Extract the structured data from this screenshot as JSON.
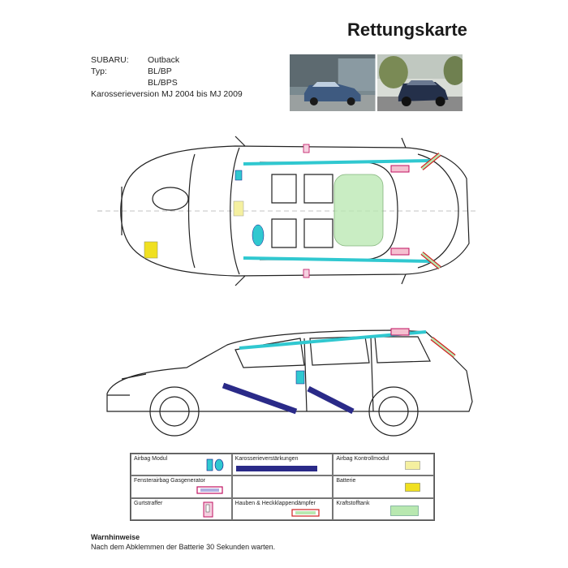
{
  "header": {
    "title": "Rettungskarte"
  },
  "vehicle": {
    "rows": [
      {
        "key": "SUBARU:",
        "value": "Outback"
      },
      {
        "key": "Typ:",
        "value": "BL/BP"
      },
      {
        "key": "",
        "value": "BL/BPS"
      }
    ],
    "version": "Karosserieversion MJ 2004 bis MJ 2009"
  },
  "legend": {
    "items": [
      {
        "label": "Airbag Modul",
        "symbol": "airbag-module"
      },
      {
        "label": "Karosserieverstärkungen",
        "symbol": "body-reinforcement"
      },
      {
        "label": "Airbag Kontrollmodul",
        "symbol": "airbag-control-module"
      },
      {
        "label": "Fensterairbag Gasgenerator",
        "symbol": "window-airbag-generator"
      },
      {
        "label": "",
        "symbol": ""
      },
      {
        "label": "Batterie",
        "symbol": "battery"
      },
      {
        "label": "Gurtstraffer",
        "symbol": "belt-tensioner"
      },
      {
        "label": "Hauben & Heckklappendämpfer",
        "symbol": "hood-tailgate-damper"
      },
      {
        "label": "Kraftstofftank",
        "symbol": "fuel-tank"
      }
    ],
    "colors": {
      "airbag": "#30c8d0",
      "reinforcement": "#2a2a88",
      "control_module": "#f5f0a0",
      "battery": "#f0e020",
      "fuel_tank": "#b8e8b0",
      "generator_outline": "#c01060",
      "damper_outline": "#d02020"
    }
  },
  "warning": {
    "title": "Warnhinweise",
    "text": "Nach dem Abklemmen der Batterie 30 Sekunden warten."
  }
}
